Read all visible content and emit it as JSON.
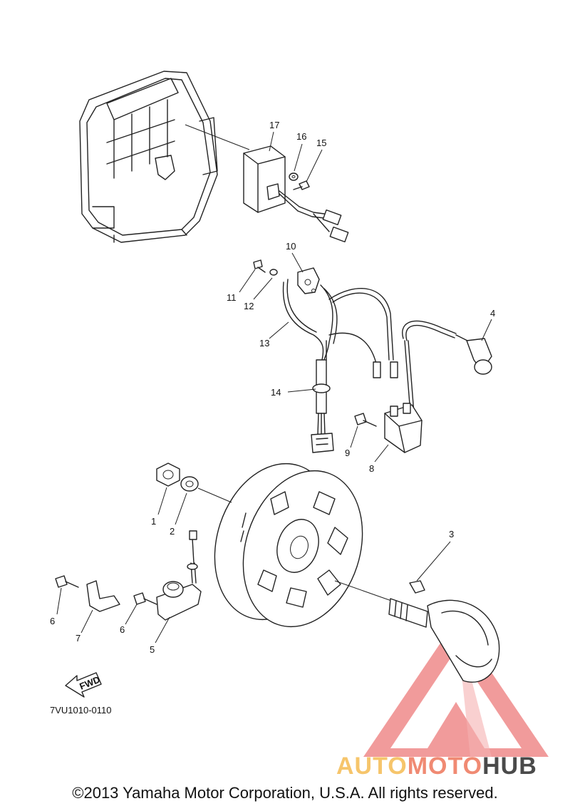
{
  "callouts": [
    {
      "id": "1",
      "label": "1"
    },
    {
      "id": "2",
      "label": "2"
    },
    {
      "id": "3",
      "label": "3"
    },
    {
      "id": "4",
      "label": "4"
    },
    {
      "id": "5",
      "label": "5"
    },
    {
      "id": "6a",
      "label": "6"
    },
    {
      "id": "6b",
      "label": "6"
    },
    {
      "id": "7",
      "label": "7"
    },
    {
      "id": "8",
      "label": "8"
    },
    {
      "id": "9",
      "label": "9"
    },
    {
      "id": "10",
      "label": "10"
    },
    {
      "id": "11",
      "label": "11"
    },
    {
      "id": "12",
      "label": "12"
    },
    {
      "id": "13",
      "label": "13"
    },
    {
      "id": "14",
      "label": "14"
    },
    {
      "id": "15",
      "label": "15"
    },
    {
      "id": "16",
      "label": "16"
    },
    {
      "id": "17",
      "label": "17"
    }
  ],
  "fwd_label": "FWD",
  "drawing_code": "7VU1010-0110",
  "copyright": "©2013 Yamaha Motor Corporation, U.S.A. All rights reserved.",
  "watermark": {
    "part1": "AUTO",
    "part2": "MOTO",
    "part3": "HUB",
    "colors": {
      "auto": "#f6c56b",
      "moto": "#f08a73",
      "hub": "#4a4a4a",
      "triangle": "#ef8a8a"
    }
  }
}
